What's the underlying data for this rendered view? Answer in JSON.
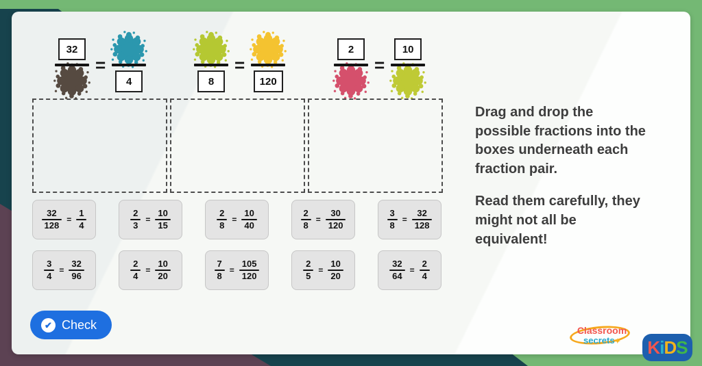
{
  "colors": {
    "frame_green": "#74b874",
    "frame_teal": "#17434d",
    "frame_maroon": "#5c4253",
    "button_blue": "#1e6fe0",
    "card_gray": "#e4e4e4"
  },
  "pairs": [
    {
      "left": {
        "num": {
          "kind": "box",
          "value": "32"
        },
        "den": {
          "kind": "splat",
          "color": "#564a41",
          "name": "brown"
        }
      },
      "eq": "=",
      "right": {
        "num": {
          "kind": "splat",
          "color": "#2b97ae",
          "name": "teal"
        },
        "den": {
          "kind": "box",
          "value": "4"
        }
      }
    },
    {
      "left": {
        "num": {
          "kind": "splat",
          "color": "#b5c832",
          "name": "lime"
        },
        "den": {
          "kind": "box",
          "value": "8"
        }
      },
      "eq": "=",
      "right": {
        "num": {
          "kind": "splat",
          "color": "#f4c330",
          "name": "yellow"
        },
        "den": {
          "kind": "box",
          "value": "120"
        }
      }
    },
    {
      "left": {
        "num": {
          "kind": "box",
          "value": "2"
        },
        "den": {
          "kind": "splat",
          "color": "#d5506c",
          "name": "pink"
        }
      },
      "eq": "=",
      "right": {
        "num": {
          "kind": "box",
          "value": "10"
        },
        "den": {
          "kind": "splat",
          "color": "#bfca35",
          "name": "lime"
        }
      }
    }
  ],
  "cards": [
    {
      "l_num": "32",
      "l_den": "128",
      "eq": "=",
      "r_num": "1",
      "r_den": "4"
    },
    {
      "l_num": "2",
      "l_den": "3",
      "eq": "=",
      "r_num": "10",
      "r_den": "15"
    },
    {
      "l_num": "2",
      "l_den": "8",
      "eq": "=",
      "r_num": "10",
      "r_den": "40"
    },
    {
      "l_num": "2",
      "l_den": "8",
      "eq": "=",
      "r_num": "30",
      "r_den": "120"
    },
    {
      "l_num": "3",
      "l_den": "8",
      "eq": "=",
      "r_num": "32",
      "r_den": "128"
    },
    {
      "l_num": "3",
      "l_den": "4",
      "eq": "=",
      "r_num": "32",
      "r_den": "96"
    },
    {
      "l_num": "2",
      "l_den": "4",
      "eq": "=",
      "r_num": "10",
      "r_den": "20"
    },
    {
      "l_num": "7",
      "l_den": "8",
      "eq": "=",
      "r_num": "105",
      "r_den": "120"
    },
    {
      "l_num": "2",
      "l_den": "5",
      "eq": "=",
      "r_num": "10",
      "r_den": "20"
    },
    {
      "l_num": "32",
      "l_den": "64",
      "eq": "=",
      "r_num": "2",
      "r_den": "4"
    }
  ],
  "instructions": {
    "para1": "Drag and drop the\npossible fractions into the\nboxes underneath each\nfraction pair.",
    "para2": "Read them carefully, they\nmight not all be\nequivalent!"
  },
  "check": {
    "label": "Check",
    "icon_glyph": "✔"
  },
  "logos": {
    "classroom_line1": "Classroom",
    "classroom_line2": "secrets",
    "classroom_star": "✦",
    "kids_k": "K",
    "kids_i": "i",
    "kids_d": "D",
    "kids_s": "S"
  }
}
